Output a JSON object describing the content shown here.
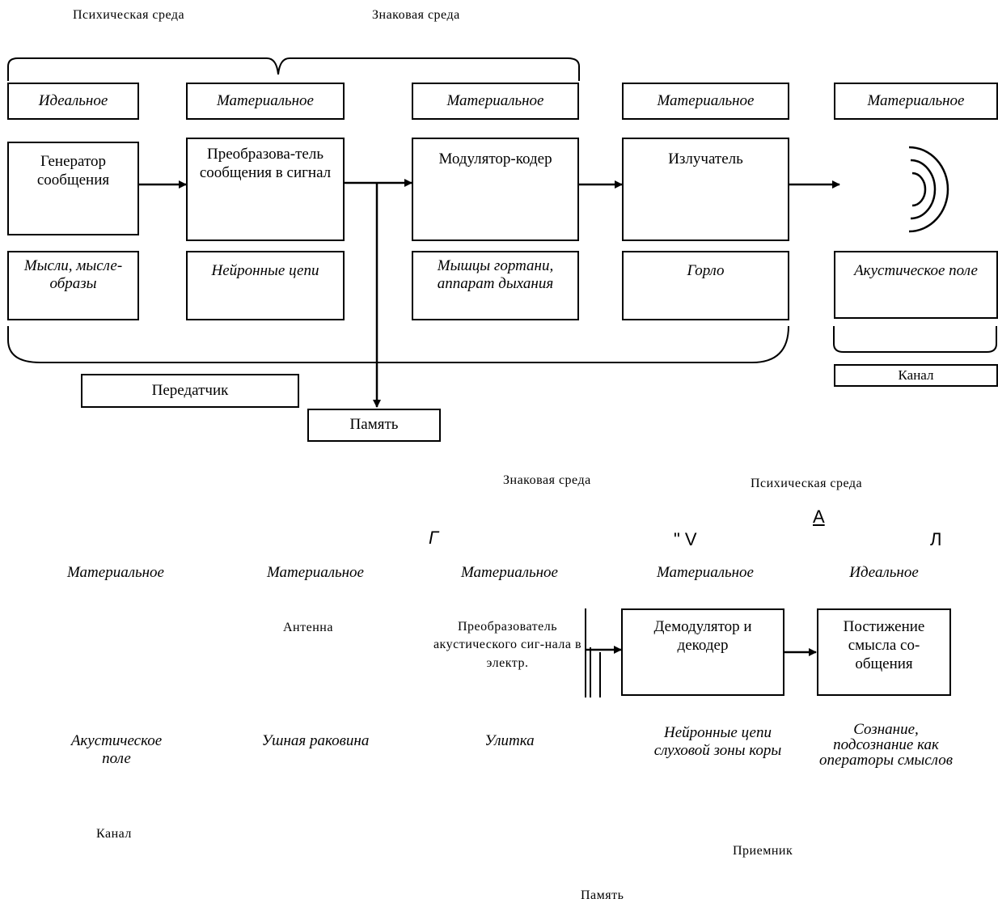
{
  "top": {
    "env_left": "Психическая среда",
    "env_mid": "Знаковая среда",
    "columns": [
      {
        "nature": "Идеальное",
        "block": "Генератор сообщения",
        "carrier": "Мысли, мысле-образы"
      },
      {
        "nature": "Материальное",
        "block": "Преобразова-тель сообщения в сигнал",
        "carrier": "Нейронные цепи"
      },
      {
        "nature": "Материальное",
        "block": "Модулятор-кодер",
        "carrier": "Мышцы гортани, аппарат дыхания"
      },
      {
        "nature": "Материальное",
        "block": "Излучатель",
        "carrier": "Горло"
      },
      {
        "nature": "Материальное",
        "block": "",
        "carrier": "Акустическое поле"
      }
    ],
    "transmitter": "Передатчик",
    "channel": "Канал",
    "memory": "Память"
  },
  "bottom": {
    "env_sign": "Знаковая среда",
    "env_psych": "Психическая среда",
    "symbols": [
      "Г",
      "\" V",
      "А",
      "Л"
    ],
    "natures": [
      "Материальное",
      "Материальное",
      "Материальное",
      "Материальное",
      "Идеальное"
    ],
    "blocks": [
      "Антенна",
      "Преобразователь акустического сиг-нала в электр.",
      "Демодулятор и декодер",
      "Постижение смысла со-общения"
    ],
    "carriers": [
      "Акустическое поле",
      "Ушная раковина",
      "Улитка",
      "Нейронные цепи слуховой зоны коры",
      "Сознание, подсознание как операторы смыслов"
    ],
    "channel": "Канал",
    "receiver": "Приемник",
    "memory": "Память"
  }
}
